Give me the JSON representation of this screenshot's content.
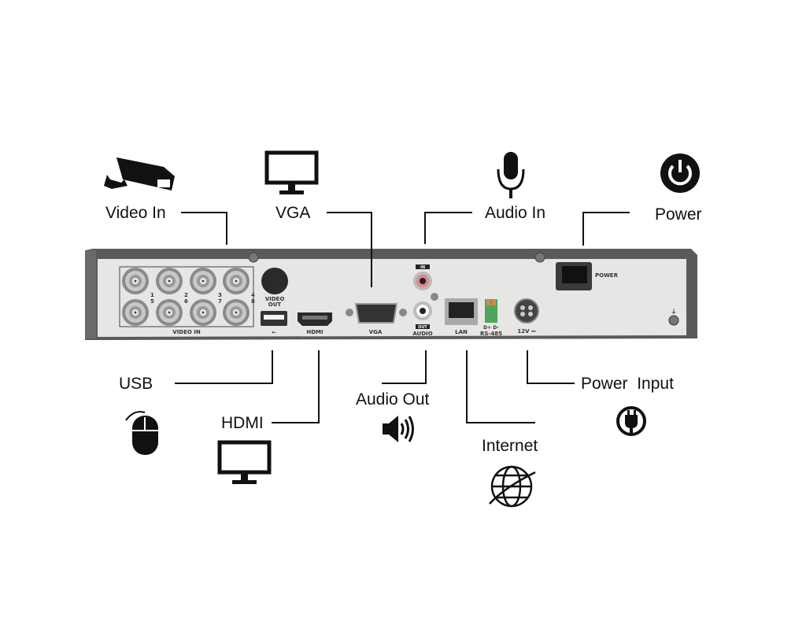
{
  "labels": {
    "video_in": "Video In",
    "vga": "VGA",
    "audio_in": "Audio In",
    "power": "Power",
    "usb": "USB",
    "hdmi": "HDMI",
    "audio_out": "Audio Out",
    "internet": "Internet",
    "power_input": "Power  Input"
  },
  "panel": {
    "video_in": "VIDEO IN",
    "video_out_1": "VIDEO",
    "video_out_2": "OUT",
    "hdmi": "HDMI",
    "vga": "VGA",
    "audio_in": "IN",
    "audio_out": "OUT",
    "audio": "AUDIO",
    "lan": "LAN",
    "rs485_pins": "D+ D-",
    "rs485": "RS-485",
    "dc": "12V ⎓",
    "power": "POWER",
    "channels": [
      "1",
      "2",
      "3",
      "4",
      "5",
      "6",
      "7",
      "8"
    ]
  },
  "icons": [
    "cctv-camera-icon",
    "monitor-icon",
    "microphone-icon",
    "power-icon",
    "mouse-icon",
    "monitor-icon",
    "speaker-icon",
    "globe-icon",
    "plug-icon"
  ],
  "colors": {
    "frame": "#5a5a5a",
    "panel": "#e6e6e4",
    "ink": "#111111",
    "audio_in_ring": "#d9888c"
  }
}
